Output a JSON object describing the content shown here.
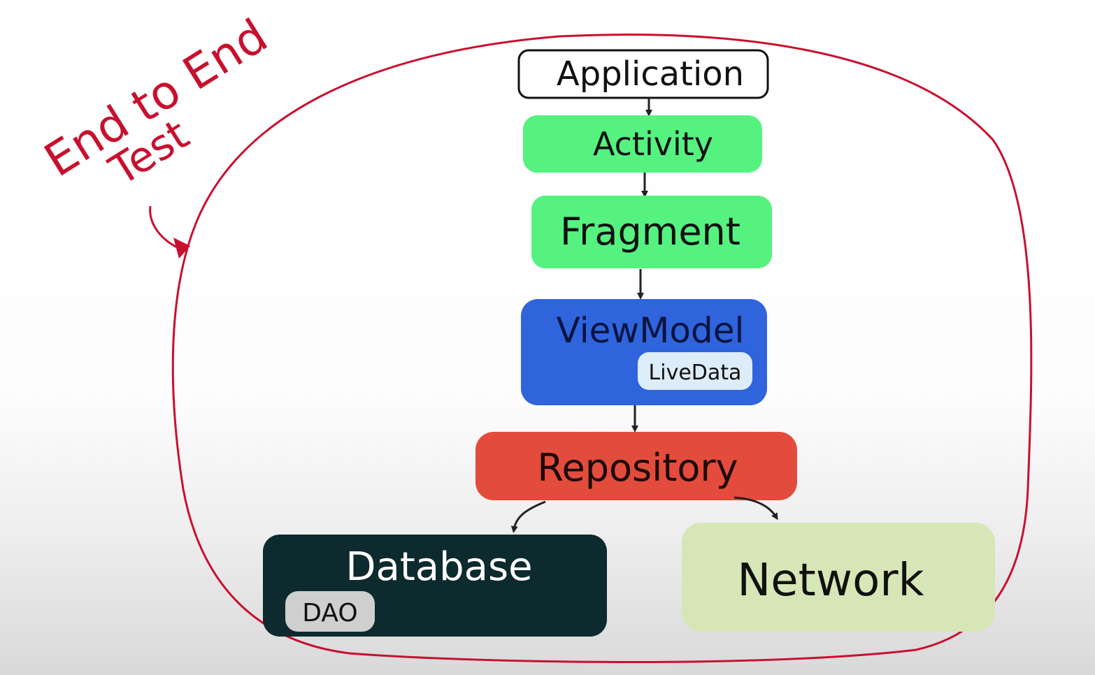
{
  "annotation": {
    "line1": "End to End",
    "line2": "Test"
  },
  "nodes": {
    "application": "Application",
    "activity": "Activity",
    "fragment": "Fragment",
    "viewmodel": "ViewModel",
    "livedata": "LiveData",
    "repository": "Repository",
    "database": "Database",
    "dao": "DAO",
    "network": "Network"
  },
  "colors": {
    "annotation_red": "#c8102e",
    "application_fill": "#ffffff",
    "activity_fill": "#55f280",
    "fragment_fill": "#55f280",
    "viewmodel_fill": "#2f64dd",
    "livedata_fill": "#dcecf8",
    "repository_fill": "#e34c3c",
    "database_fill": "#0d2a2e",
    "dao_fill": "#cfcfcf",
    "network_fill": "#d6e6b6"
  }
}
